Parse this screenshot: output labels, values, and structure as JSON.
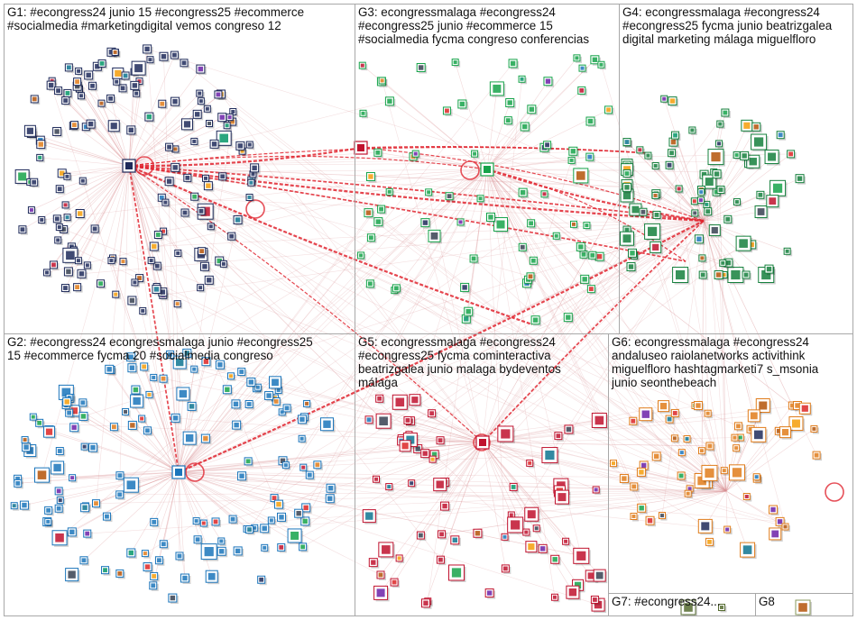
{
  "groups": [
    {
      "id": "g1",
      "label": "G1: #econgress24 junio 15 #econgress25 #ecommerce\n#socialmedia #marketingdigital vemos congreso 12",
      "node_count": 150,
      "accent": "#1e2a5a"
    },
    {
      "id": "g2",
      "label": "G2: #econgress24 econgressmalaga junio #econgress25\n15 #ecommerce fycma 20 #socialmedia congreso",
      "node_count": 140,
      "accent": "#1b75bb"
    },
    {
      "id": "g3",
      "label": "G3: econgressmalaga #econgress24\n#econgress25 junio #ecommerce 15\n#socialmedia fycma congreso conferencias",
      "node_count": 75,
      "accent": "#16a34a"
    },
    {
      "id": "g4",
      "label": "G4: econgressmalaga #econgress24\n#econgress25 fycma junio beatrizgalea\ndigital marketing málaga miguelfloro",
      "node_count": 85,
      "accent": "#15803d"
    },
    {
      "id": "g5",
      "label": "G5: econgressmalaga #econgress24\n#econgress25 fycma cominteractiva\nbeatrizgalea junio malaga bydeventos\nmálaga",
      "node_count": 70,
      "accent": "#c0122e"
    },
    {
      "id": "g6",
      "label": "G6: econgressmalaga #econgress24\nandaluseo raiolanetworks activithink\nmiguelfloro hashtagmarketi7 s_msonia\njunio seonthebeach",
      "node_count": 60,
      "accent": "#e07c1b"
    },
    {
      "id": "g7",
      "label": "G7: #econgress24...",
      "node_count": 2,
      "accent": "#556b2f"
    },
    {
      "id": "g8",
      "label": "G8",
      "node_count": 1,
      "accent": "#8a9a5b"
    }
  ],
  "colors": {
    "edge": "#d98f93",
    "hub_edge": "#e0242f",
    "self_loop": "#e0242f",
    "panel_border": "#a8a8a8",
    "node_border": "#6a6a6a"
  }
}
